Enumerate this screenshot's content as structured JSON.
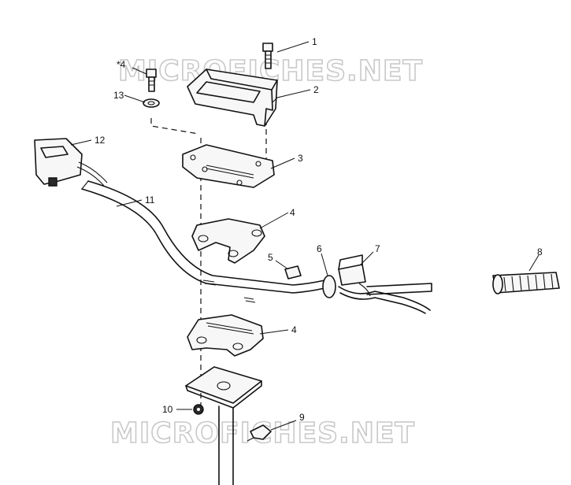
{
  "watermarks": [
    "MICROFICHES.NET",
    "MICROFICHES.NET"
  ],
  "callouts": [
    {
      "id": "1",
      "label": "1"
    },
    {
      "id": "2",
      "label": "2"
    },
    {
      "id": "3",
      "label": "3"
    },
    {
      "id": "4a",
      "label": "4"
    },
    {
      "id": "4b",
      "label": "4"
    },
    {
      "id": "4c",
      "label": "*4"
    },
    {
      "id": "5",
      "label": "5"
    },
    {
      "id": "6",
      "label": "6"
    },
    {
      "id": "7",
      "label": "7"
    },
    {
      "id": "8",
      "label": "8"
    },
    {
      "id": "9",
      "label": "9"
    },
    {
      "id": "10",
      "label": "10"
    },
    {
      "id": "11",
      "label": "11"
    },
    {
      "id": "12",
      "label": "12"
    },
    {
      "id": "13",
      "label": "13"
    }
  ],
  "colors": {
    "ink": "#111111",
    "watermark": "#c9c9c9",
    "background": "#ffffff"
  }
}
